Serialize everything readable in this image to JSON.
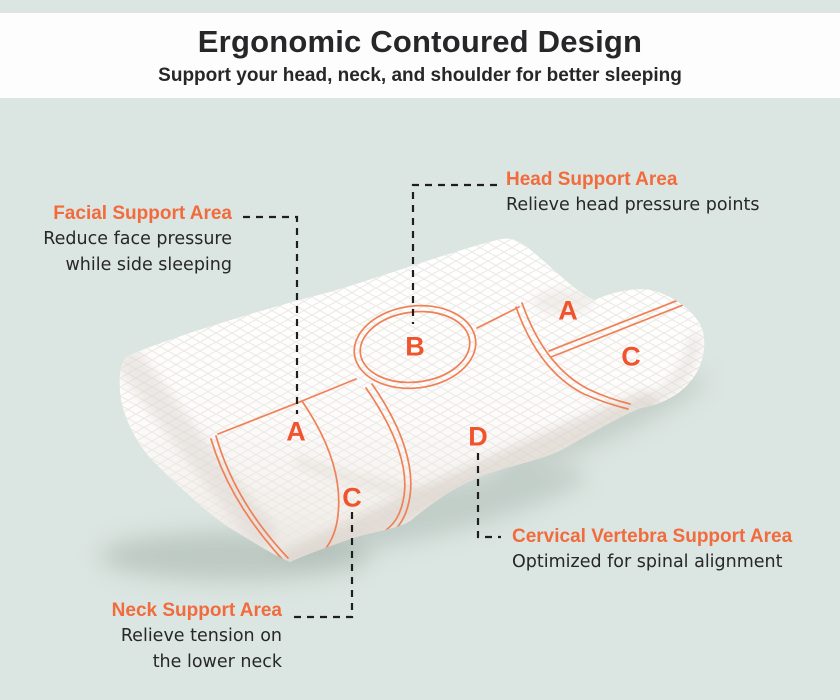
{
  "header": {
    "title": "Ergonomic Contoured Design",
    "subtitle": "Support your head, neck, and shoulder for better sleeping"
  },
  "annotations": {
    "facial": {
      "title": "Facial Support Area",
      "lines": [
        "Reduce face pressure",
        "while side sleeping"
      ]
    },
    "head": {
      "title": "Head Support Area",
      "lines": [
        "Relieve head pressure points"
      ]
    },
    "cervical": {
      "title": "Cervical Vertebra Support Area",
      "lines": [
        "Optimized for spinal alignment"
      ]
    },
    "neck": {
      "title": "Neck Support Area",
      "lines": [
        "Relieve tension on",
        "the lower neck"
      ]
    }
  },
  "zones": [
    {
      "letter": "A"
    },
    {
      "letter": "B"
    },
    {
      "letter": "A"
    },
    {
      "letter": "C"
    },
    {
      "letter": "D"
    },
    {
      "letter": "C"
    }
  ],
  "colors": {
    "bg": "#dbe5e1",
    "band": "#fdfdfd",
    "accent": "#f26b3d",
    "letter": "#f1542c",
    "line": "#f08055",
    "ink": "#272729",
    "dash": "#1e1e1e"
  }
}
